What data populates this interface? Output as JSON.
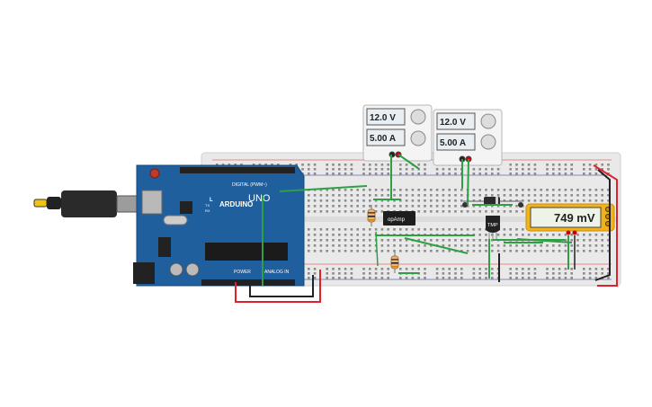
{
  "power_supplies": [
    {
      "voltage": "12.0 V",
      "current": "5.00 A"
    },
    {
      "voltage": "12.0 V",
      "current": "5.00 A"
    }
  ],
  "multimeter": {
    "reading": "749 mV"
  },
  "arduino": {
    "logo_text": "ARDUINO",
    "model": "UNO",
    "digital_label": "DIGITAL (PWM~)",
    "power_label": "POWER",
    "analog_label": "ANALOG IN",
    "led_labels": [
      "L",
      "TX",
      "RX"
    ]
  },
  "components": {
    "opamp_label": "opAmp",
    "tmp_label": "TMP"
  },
  "colors": {
    "wire_green": "#2ea043",
    "wire_red": "#e0202a",
    "wire_black": "#222222",
    "arduino_blue": "#1f5f9e",
    "multimeter_frame": "#f2b21c",
    "supply_screen": "#e8eef2"
  }
}
